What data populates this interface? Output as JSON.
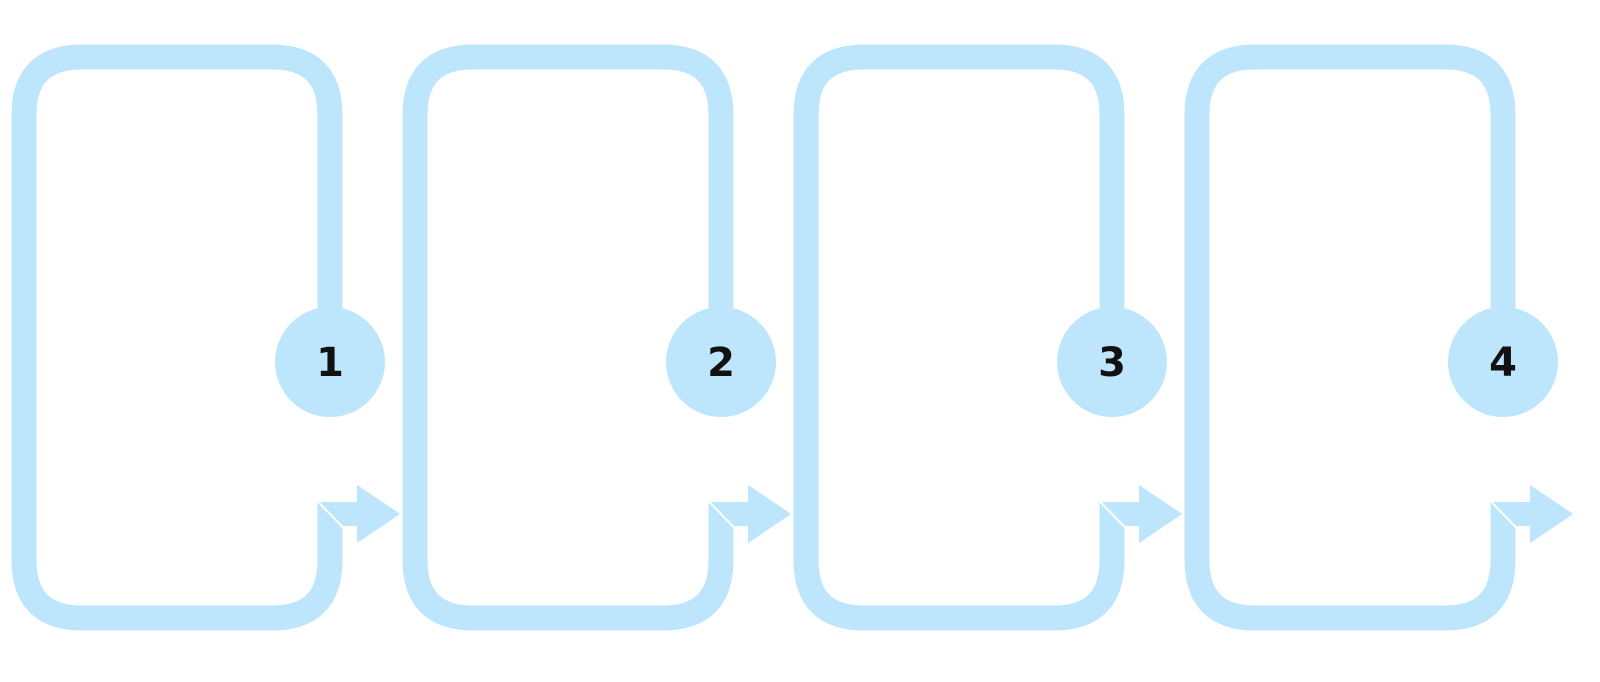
{
  "colors": {
    "frame": "#bde6fc",
    "badge": "#bde6fc",
    "number_text": "#111111",
    "background": "#ffffff"
  },
  "steps": [
    {
      "number": "1"
    },
    {
      "number": "2"
    },
    {
      "number": "3"
    },
    {
      "number": "4"
    }
  ]
}
